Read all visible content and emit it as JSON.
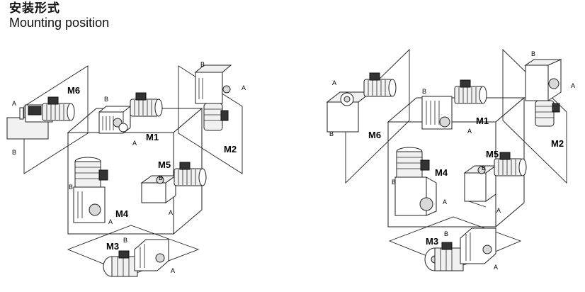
{
  "header": {
    "title_cn": "安装形式",
    "title_en": "Mounting position"
  },
  "diagrams": [
    {
      "name": "left",
      "positions": [
        {
          "label": "M1",
          "side_a": "A",
          "side_b": "B"
        },
        {
          "label": "M2",
          "side_a": "A",
          "side_b": "B"
        },
        {
          "label": "M3",
          "side_a": "A",
          "side_b": "B"
        },
        {
          "label": "M4",
          "side_a": "A",
          "side_b": "B"
        },
        {
          "label": "M5",
          "side_a": "A",
          "side_b": "B"
        },
        {
          "label": "M6",
          "side_a": "A",
          "side_b": "B"
        }
      ]
    },
    {
      "name": "right",
      "positions": [
        {
          "label": "M1",
          "side_a": "A",
          "side_b": "B"
        },
        {
          "label": "M2",
          "side_a": "A",
          "side_b": "B"
        },
        {
          "label": "M3",
          "side_a": "A",
          "side_b": "B"
        },
        {
          "label": "M4",
          "side_a": "A",
          "side_b": "B"
        },
        {
          "label": "M5",
          "side_a": "A",
          "side_b": "B"
        },
        {
          "label": "M6",
          "side_a": "A",
          "side_b": "B"
        }
      ]
    }
  ]
}
